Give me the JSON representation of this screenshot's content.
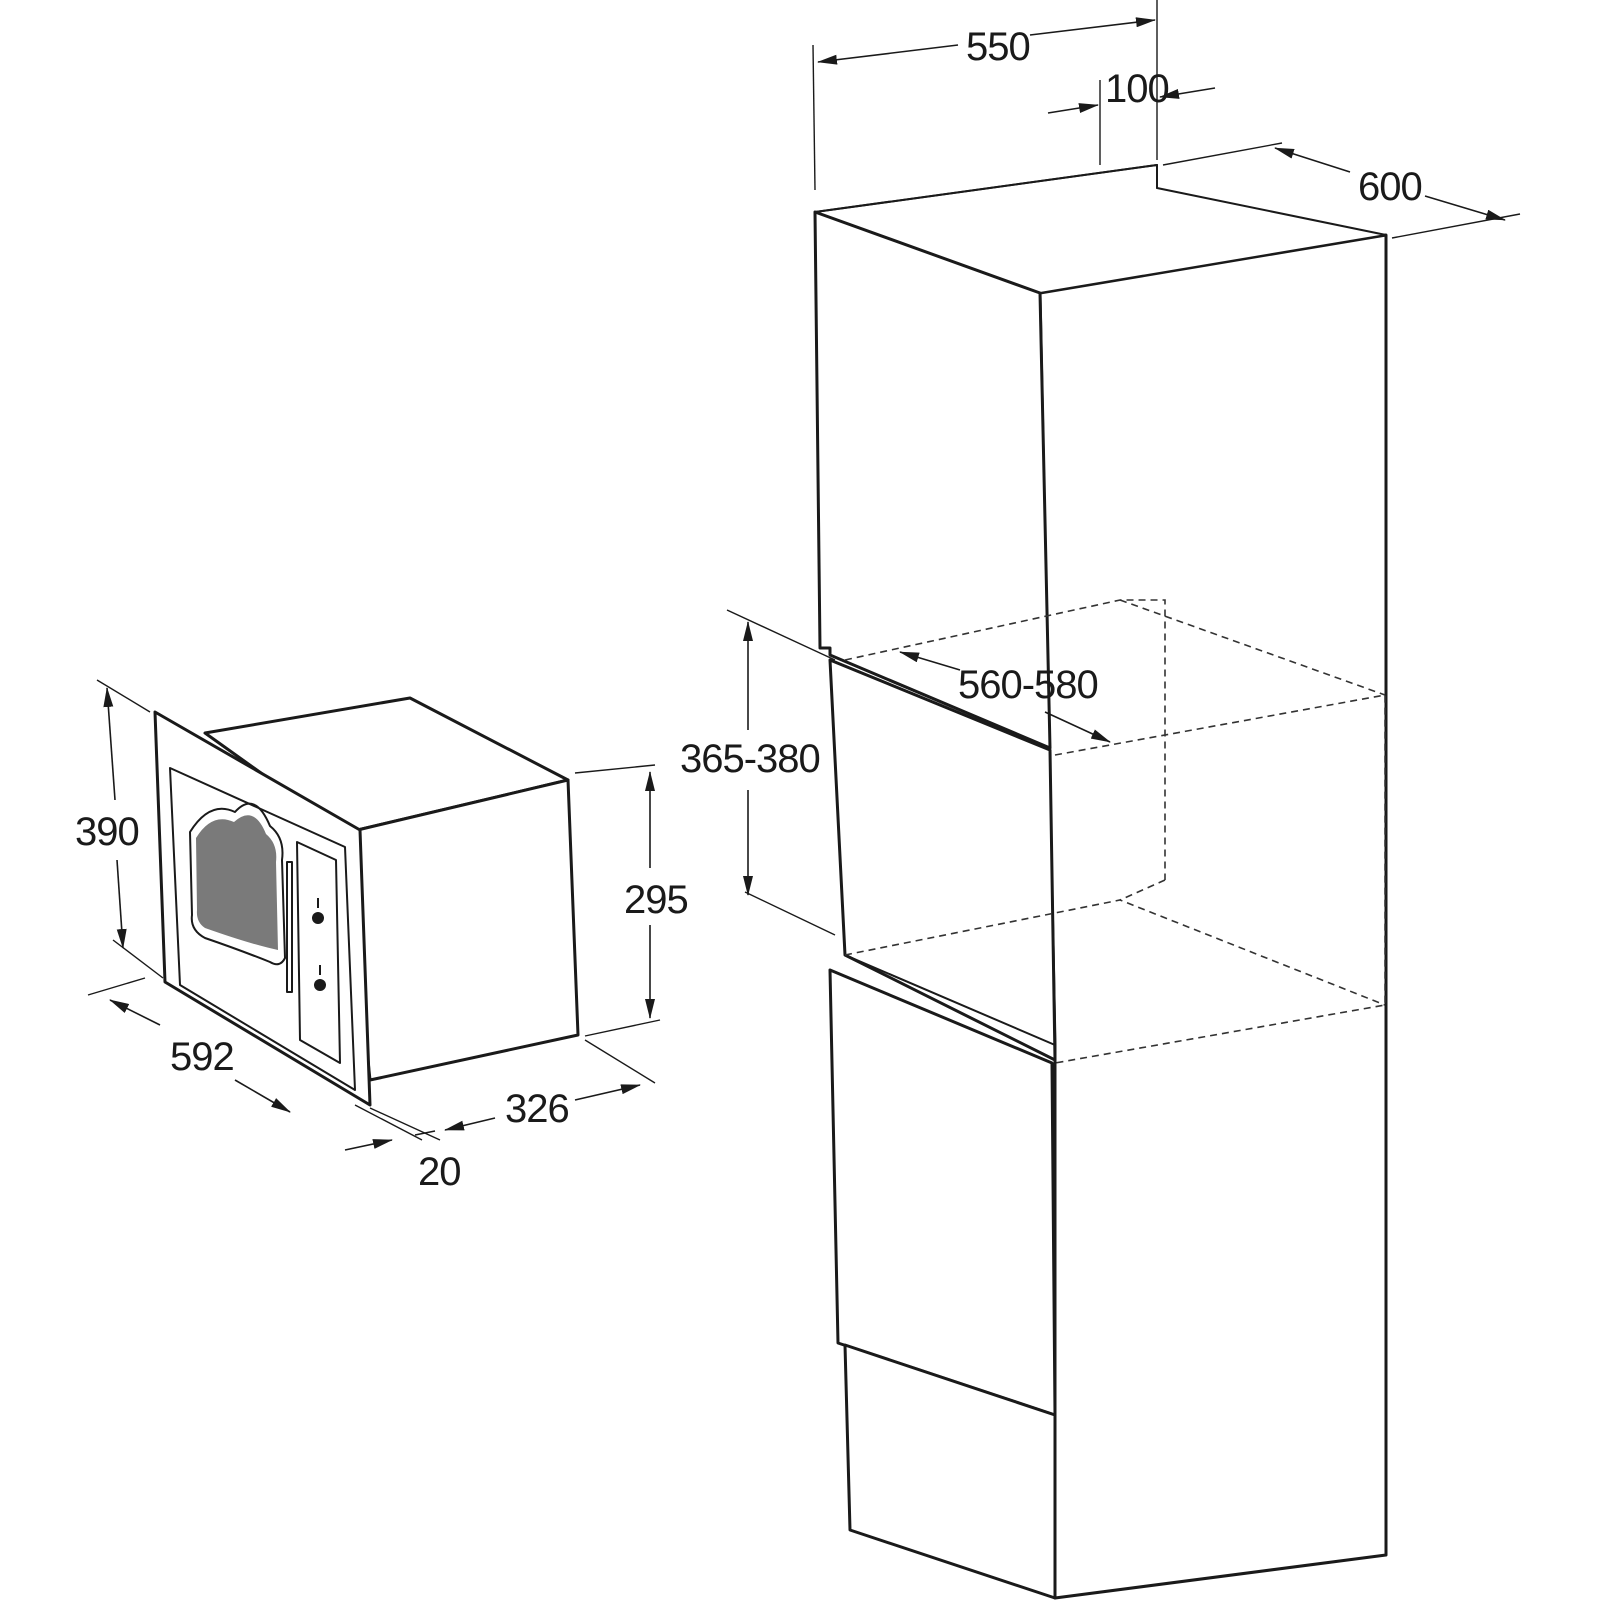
{
  "dimensions": {
    "cabinet_width": "550",
    "panel_offset": "100",
    "cabinet_depth": "600",
    "niche_width": "560-580",
    "niche_height": "365-380",
    "oven_total_height": "390",
    "oven_body_height": "295",
    "oven_total_width": "592",
    "oven_body_depth": "326",
    "frame_thickness": "20"
  },
  "colors": {
    "line": "#1a1a1a",
    "background": "#ffffff"
  }
}
